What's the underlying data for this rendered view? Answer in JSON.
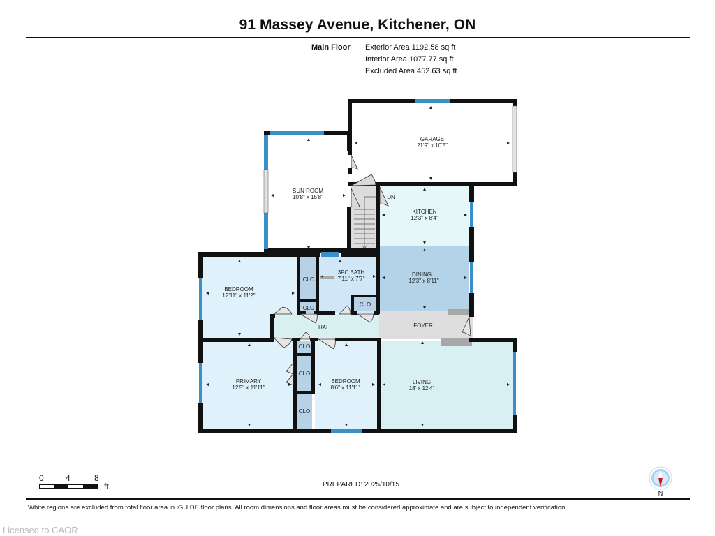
{
  "header": {
    "title": "91 Massey Avenue, Kitchener, ON"
  },
  "areas": {
    "floor_name": "Main Floor",
    "exterior": "Exterior Area 1192.58 sq ft",
    "interior": "Interior Area 1077.77 sq ft",
    "excluded": "Excluded Area 452.63 sq ft"
  },
  "rooms": {
    "garage": {
      "name": "GARAGE",
      "dims": "21'9\" x 10'5\""
    },
    "sun_room": {
      "name": "SUN ROOM",
      "dims": "10'8\" x 15'8\""
    },
    "kitchen": {
      "name": "KITCHEN",
      "dims": "12'3\" x 8'4\""
    },
    "dining": {
      "name": "DINING",
      "dims": "12'3\" x 8'11\""
    },
    "bath": {
      "name": "3PC BATH",
      "dims": "7'11\" x 7'7\""
    },
    "bedroom1": {
      "name": "BEDROOM",
      "dims": "12'11\" x 11'2\""
    },
    "primary": {
      "name": "PRIMARY",
      "dims": "12'5\" x 11'11\""
    },
    "bedroom2": {
      "name": "BEDROOM",
      "dims": "8'6\" x 11'11\""
    },
    "living": {
      "name": "LIVING",
      "dims": "18' x 12'4\""
    },
    "hall": {
      "name": "HALL"
    },
    "foyer": {
      "name": "FOYER"
    },
    "stairs_label": "DN",
    "closet_label": "CLO"
  },
  "colors": {
    "wall": "#111111",
    "window": "#3a8fc8",
    "bedroom_fill": "#dff1fb",
    "kitchen_fill": "#e6f7f9",
    "dining_fill": "#b3d3e8",
    "bath_fill": "#cfe7f7",
    "closet_fill": "#b7d1e6",
    "hall_fill": "#d9f0f0",
    "foyer_fill": "#dedede",
    "living_fill": "#d8f0f3"
  },
  "scale": {
    "ticks": [
      "0",
      "4",
      "8"
    ],
    "unit": "ft"
  },
  "footer": {
    "prepared": "PREPARED: 2025/10/15",
    "compass_label": "N",
    "disclaimer": "White regions are excluded from total floor area in iGUIDE floor plans. All room dimensions and floor areas must be considered approximate and are subject to independent verification.",
    "license": "Licensed to CAOR"
  }
}
